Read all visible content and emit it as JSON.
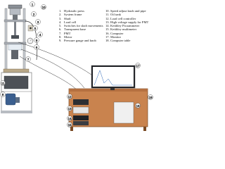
{
  "legend": {
    "left": [
      {
        "num": "1.",
        "label": "Hydraulic press"
      },
      {
        "num": "2.",
        "label": "System frame"
      },
      {
        "num": "3.",
        "label": "Shaft"
      },
      {
        "num": "4.",
        "label": "Load cell"
      },
      {
        "num": "5.",
        "label": "Switches for shaft movements"
      },
      {
        "num": "6.",
        "label": "Transparent base"
      },
      {
        "num": "7.",
        "label": "PMT"
      },
      {
        "num": "8.",
        "label": "Motor"
      },
      {
        "num": "9.",
        "label": "Pressure gauge and knob"
      }
    ],
    "right": [
      {
        "num": "10.",
        "label": "Speed adjust knob and pipe"
      },
      {
        "num": "11.",
        "label": "Oil tank"
      },
      {
        "num": "12.",
        "label": "Load cell controller"
      },
      {
        "num": "13.",
        "label": "High voltage supply for PMT"
      },
      {
        "num": "14.",
        "label": "Keithley Picoammeter"
      },
      {
        "num": "15.",
        "label": "Keithley multimeter"
      },
      {
        "num": "16.",
        "label": "Computer"
      },
      {
        "num": "17.",
        "label": "Monitor"
      },
      {
        "num": "18.",
        "label": "Computer table"
      }
    ]
  },
  "callouts": [
    "1",
    "2",
    "3",
    "4",
    "5",
    "6",
    "7",
    "8",
    "9",
    "10",
    "11",
    "12",
    "13",
    "14",
    "15",
    "16",
    "17",
    "18"
  ]
}
